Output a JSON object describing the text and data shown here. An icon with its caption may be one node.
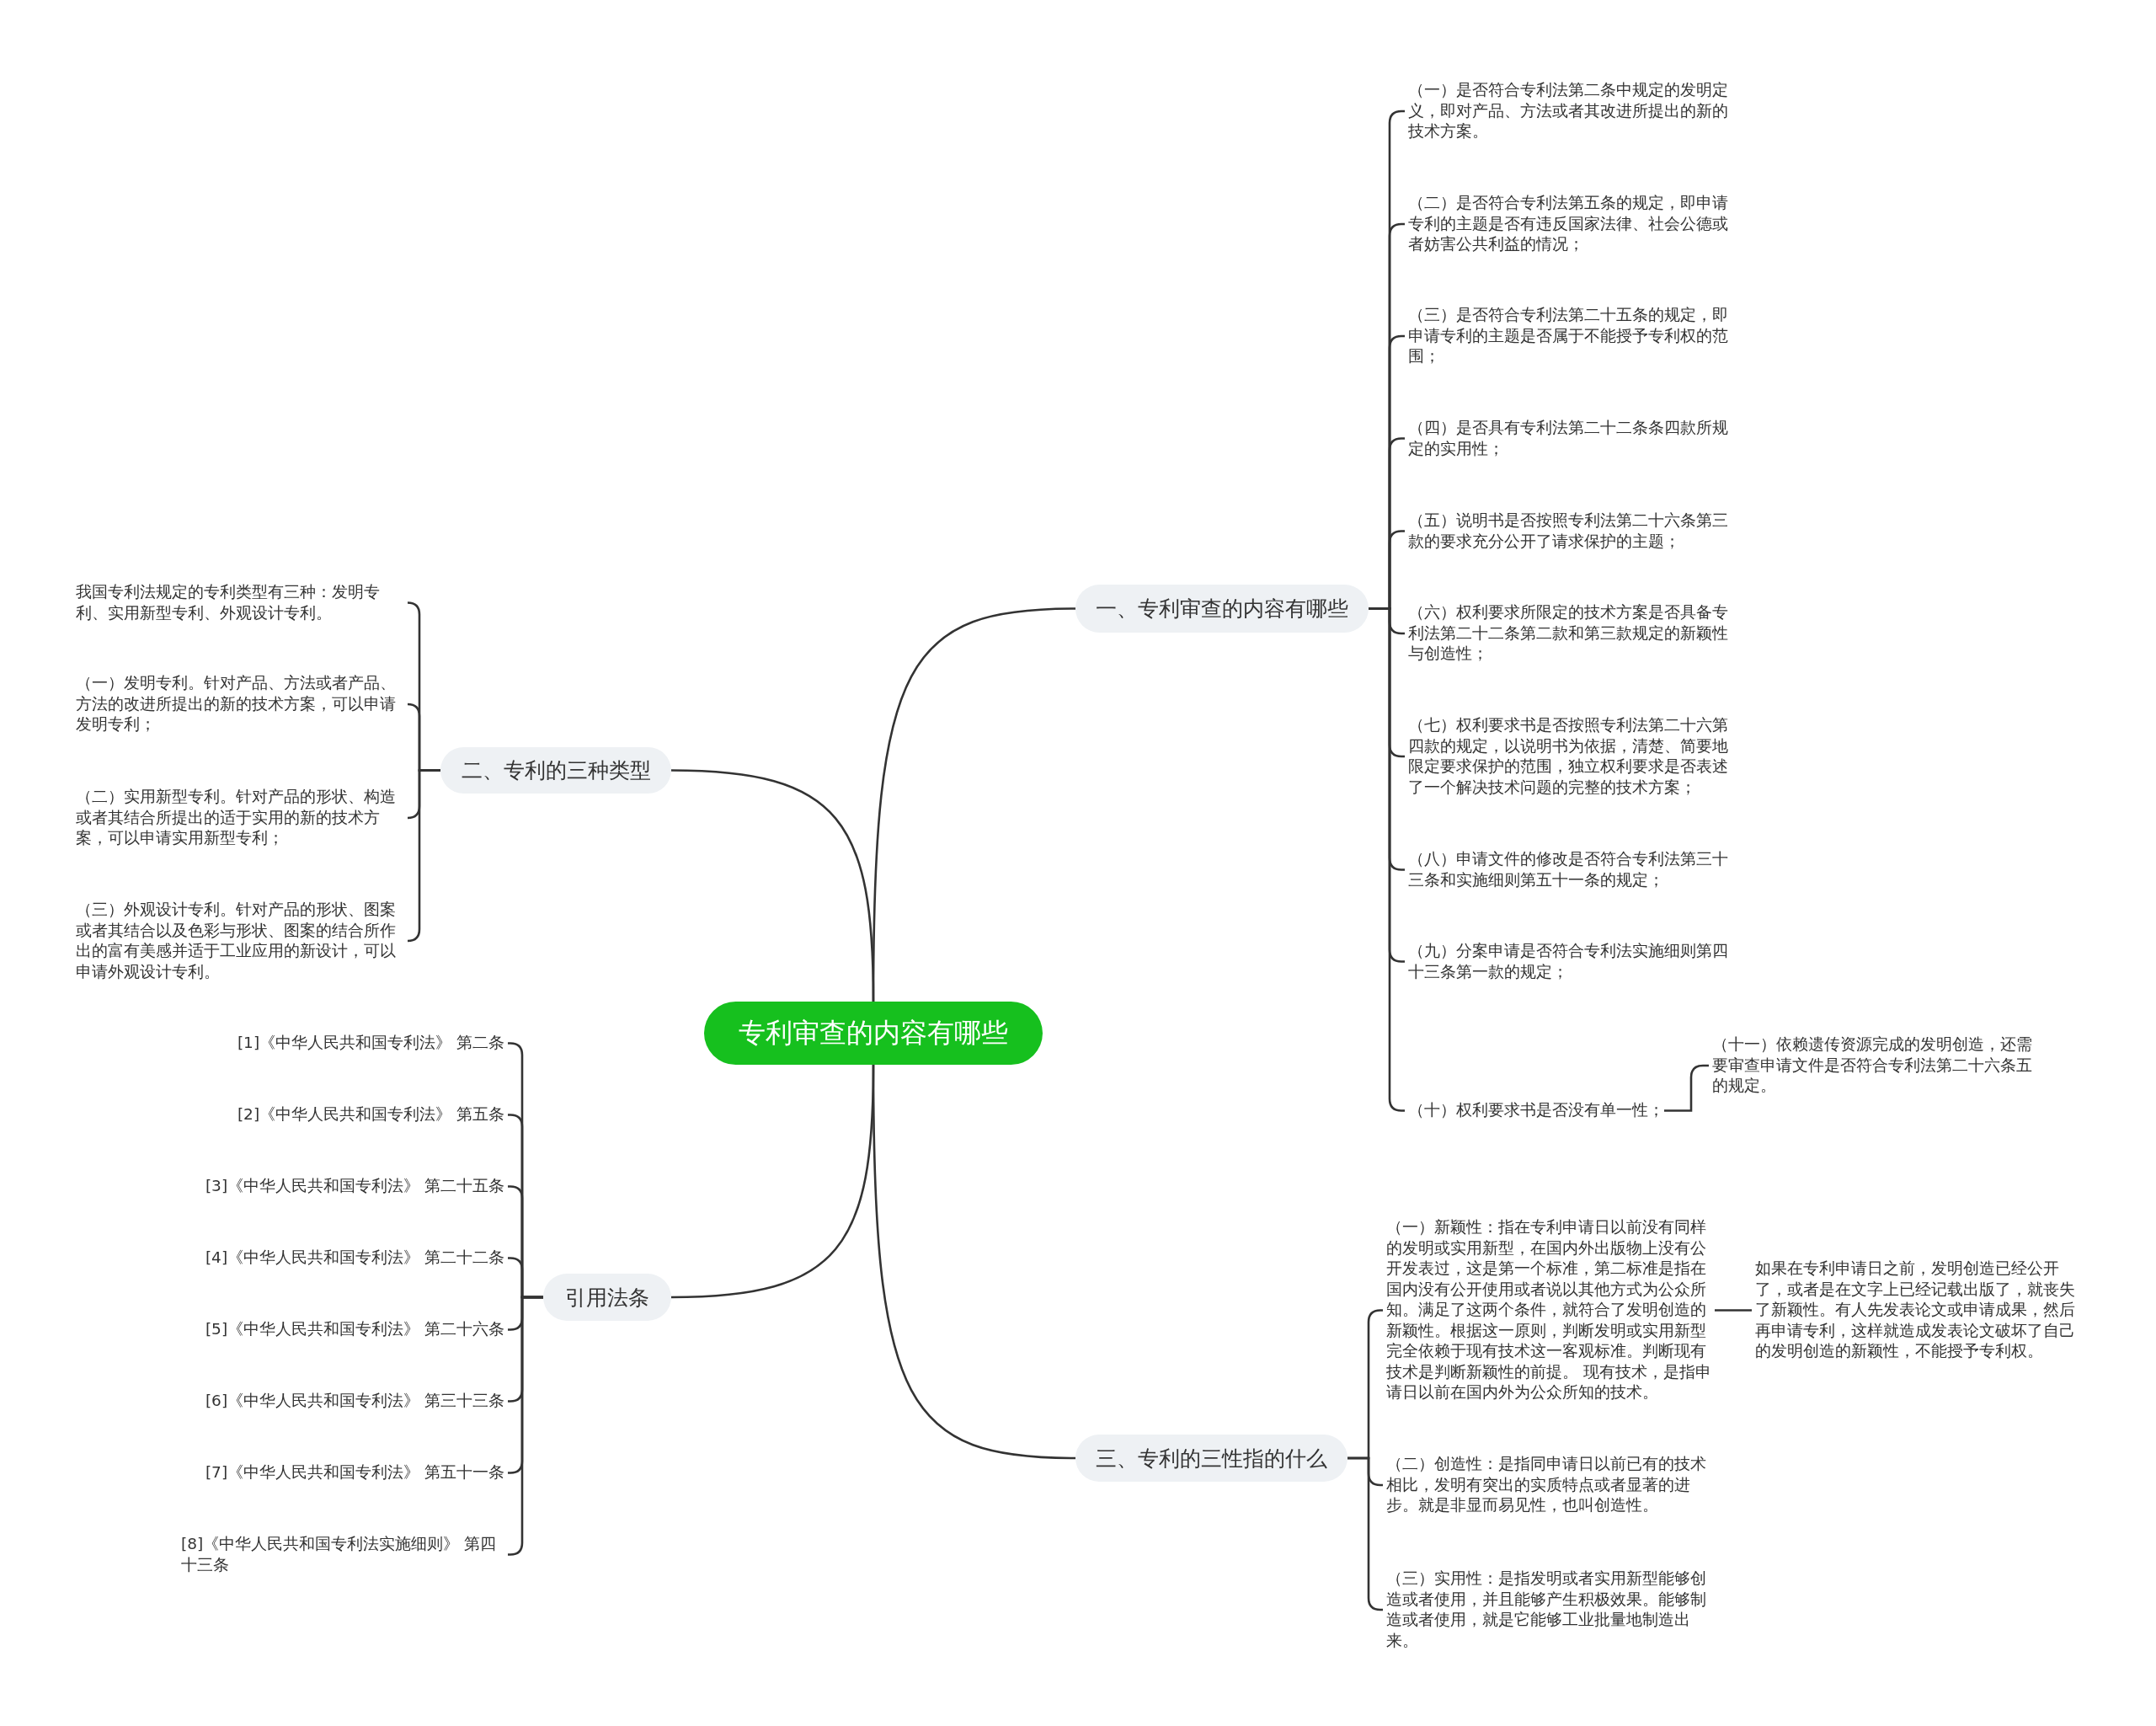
{
  "diagram": {
    "nodes": [
      {
        "text": [
          "专利审查的内容有哪些"
        ]
      },
      {
        "text": [
          "一、专利审查的内容有哪些"
        ]
      },
      {
        "text": [
          "（一）是否符合专利法第二条中规定的发明定义，即对产品、方法或者其改进所提出的新的技术方案。"
        ]
      },
      {
        "text": [
          "（二）是否符合专利法第五条的规定，即申请专利的主题是否有违反国家法律、社会公德或者妨害公共利益的情况；"
        ]
      },
      {
        "text": [
          "（三）是否符合专利法第二十五条的规定，即申请专利的主题是否属于不能授予专利权的范围；"
        ]
      },
      {
        "text": [
          "（四）是否具有专利法第二十二条条四款所规定的实用性；"
        ]
      },
      {
        "text": [
          "（五）说明书是否按照专利法第二十六条第三款的要求充分公开了请求保护的主题；"
        ]
      },
      {
        "text": [
          "（六）权利要求所限定的技术方案是否具备专利法第二十二条第二款和第三款规定的新颖性与创造性；"
        ]
      },
      {
        "text": [
          "（七）权利要求书是否按照专利法第二十六第四款的规定，以说明书为依据，清楚、简要地限定要求保护的范围，独立权利要求是否表述了一个解决技术问题的完整的技术方案；"
        ]
      },
      {
        "text": [
          "（八）申请文件的修改是否符合专利法第三十三条和实施细则第五十一条的规定；"
        ]
      },
      {
        "text": [
          "（九）分案申请是否符合专利法实施细则第四十三条第一款的规定；"
        ]
      },
      {
        "text": [
          "（十）权利要求书是否没有单一性；"
        ]
      },
      {
        "text": [
          "（十一）依赖遗传资源完成的发明创造，还需要审查申请文件是否符合专利法第二十六条五的规定。"
        ]
      },
      {
        "text": [
          "二、专利的三种类型"
        ]
      },
      {
        "text": [
          "我国专利法规定的专利类型有三种：发明专利、实用新型专利、外观设计专利。"
        ]
      },
      {
        "text": [
          "（一）发明专利。针对产品、方法或者产品、方法的改进所提出的新的技术方案，可以申请发明专利；"
        ]
      },
      {
        "text": [
          "（二）实用新型专利。针对产品的形状、构造或者其结合所提出的适于实用的新的技术方案，可以申请实用新型专利；"
        ]
      },
      {
        "text": [
          "（三）外观设计专利。针对产品的形状、图案或者其结合以及色彩与形状、图案的结合所作出的富有美感并适于工业应用的新设计，可以申请外观设计专利。"
        ]
      },
      {
        "text": [
          "引用法条"
        ]
      },
      {
        "text": [
          "[1]《中华人民共和国专利法》 第二条"
        ]
      },
      {
        "text": [
          "[2]《中华人民共和国专利法》 第五条"
        ]
      },
      {
        "text": [
          "[3]《中华人民共和国专利法》 第二十五条"
        ]
      },
      {
        "text": [
          "[4]《中华人民共和国专利法》 第二十二条"
        ]
      },
      {
        "text": [
          "[5]《中华人民共和国专利法》 第二十六条"
        ]
      },
      {
        "text": [
          "[6]《中华人民共和国专利法》 第三十三条"
        ]
      },
      {
        "text": [
          "[7]《中华人民共和国专利法》 第五十一条"
        ]
      },
      {
        "text": [
          "[8]《中华人民共和国专利法实施细则》 第四十三条"
        ]
      },
      {
        "text": [
          "三、专利的三性指的什么"
        ]
      },
      {
        "text": [
          "（一）新颖性：指在专利申请日以前没有同样的发明或实用新型，在国内外出版物上没有公开发表过，这是第一个标准，第二标准是指在国内没有公开使用或者说以其他方式为公众所知。满足了这两个条件，就符合了发明创造的新颖性。根据这一原则，判断发明或实用新型完全依赖于现有技术这一客观标准。判断现有技术是判断新颖性的前提。 现有技术，是指申请日以前在国内外为公众所知的技术。"
        ]
      },
      {
        "text": [
          "（二）创造性：是指同申请日以前已有的技术相比，发明有突出的实质特点或者显著的进步。就是非显而易见性，也叫创造性。"
        ]
      },
      {
        "text": [
          "（三）实用性：是指发明或者实用新型能够创造或者使用，并且能够产生积极效果。能够制造或者使用，就是它能够工业批量地制造出来。"
        ]
      },
      {
        "text": [
          "如果在专利申请日之前，发明创造已经公开了，或者是在文字上已经记载出版了，就丧失了新颖性。有人先发表论文或申请成果，然后再申请专利，这样就造成发表论文破坏了自己的发明创造的新颖性，不能授予专利权。"
        ]
      }
    ],
    "edges": [
      {
        "from": 0,
        "to": 1,
        "arrow": "none"
      },
      {
        "from": 1,
        "to": 2,
        "arrow": "none"
      },
      {
        "from": 1,
        "to": 3,
        "arrow": "none"
      },
      {
        "from": 1,
        "to": 4,
        "arrow": "none"
      },
      {
        "from": 1,
        "to": 5,
        "arrow": "none"
      },
      {
        "from": 1,
        "to": 6,
        "arrow": "none"
      },
      {
        "from": 1,
        "to": 7,
        "arrow": "none"
      },
      {
        "from": 1,
        "to": 8,
        "arrow": "none"
      },
      {
        "from": 1,
        "to": 9,
        "arrow": "none"
      },
      {
        "from": 1,
        "to": 10,
        "arrow": "none"
      },
      {
        "from": 1,
        "to": 11,
        "arrow": "none"
      },
      {
        "from": 11,
        "to": 12,
        "arrow": "none"
      },
      {
        "from": 0,
        "to": 13,
        "arrow": "none"
      },
      {
        "from": 13,
        "to": 14,
        "arrow": "none"
      },
      {
        "from": 13,
        "to": 15,
        "arrow": "none"
      },
      {
        "from": 13,
        "to": 16,
        "arrow": "none"
      },
      {
        "from": 13,
        "to": 17,
        "arrow": "none"
      },
      {
        "from": 0,
        "to": 18,
        "arrow": "none"
      },
      {
        "from": 18,
        "to": 19,
        "arrow": "none"
      },
      {
        "from": 18,
        "to": 20,
        "arrow": "none"
      },
      {
        "from": 18,
        "to": 21,
        "arrow": "none"
      },
      {
        "from": 18,
        "to": 22,
        "arrow": "none"
      },
      {
        "from": 18,
        "to": 23,
        "arrow": "none"
      },
      {
        "from": 18,
        "to": 24,
        "arrow": "none"
      },
      {
        "from": 18,
        "to": 25,
        "arrow": "none"
      },
      {
        "from": 18,
        "to": 26,
        "arrow": "none"
      },
      {
        "from": 0,
        "to": 27,
        "arrow": "none"
      },
      {
        "from": 27,
        "to": 28,
        "arrow": "none"
      },
      {
        "from": 27,
        "to": 29,
        "arrow": "none"
      },
      {
        "from": 27,
        "to": 30,
        "arrow": "none"
      },
      {
        "from": 28,
        "to": 31,
        "arrow": "none"
      }
    ]
  }
}
